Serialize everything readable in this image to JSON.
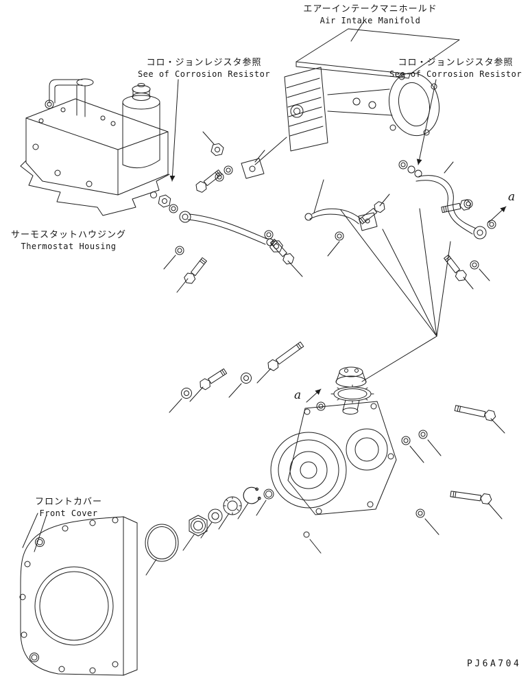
{
  "page": {
    "bg_color": "#ffffff",
    "ink_color": "#1c1c1c"
  },
  "labels": {
    "air_intake_manifold_jp": "エアーインテークマニホールド",
    "air_intake_manifold_en": "Air Intake Manifold",
    "corrosion_resistor_left_jp": "コロ・ジョンレジスタ参照",
    "corrosion_resistor_left_en": "See of Corrosion Resistor",
    "corrosion_resistor_right_jp": "コロ・ジョンレジスタ参照",
    "corrosion_resistor_right_en": "See of Corrosion Resistor",
    "thermostat_housing_jp": "サーモスタットハウジング",
    "thermostat_housing_en": "Thermostat Housing",
    "front_cover_jp": "フロントカバー",
    "front_cover_en": "Front Cover",
    "view_marker_right": "a",
    "view_marker_center": "a",
    "drawing_number": "PJ6A704"
  }
}
